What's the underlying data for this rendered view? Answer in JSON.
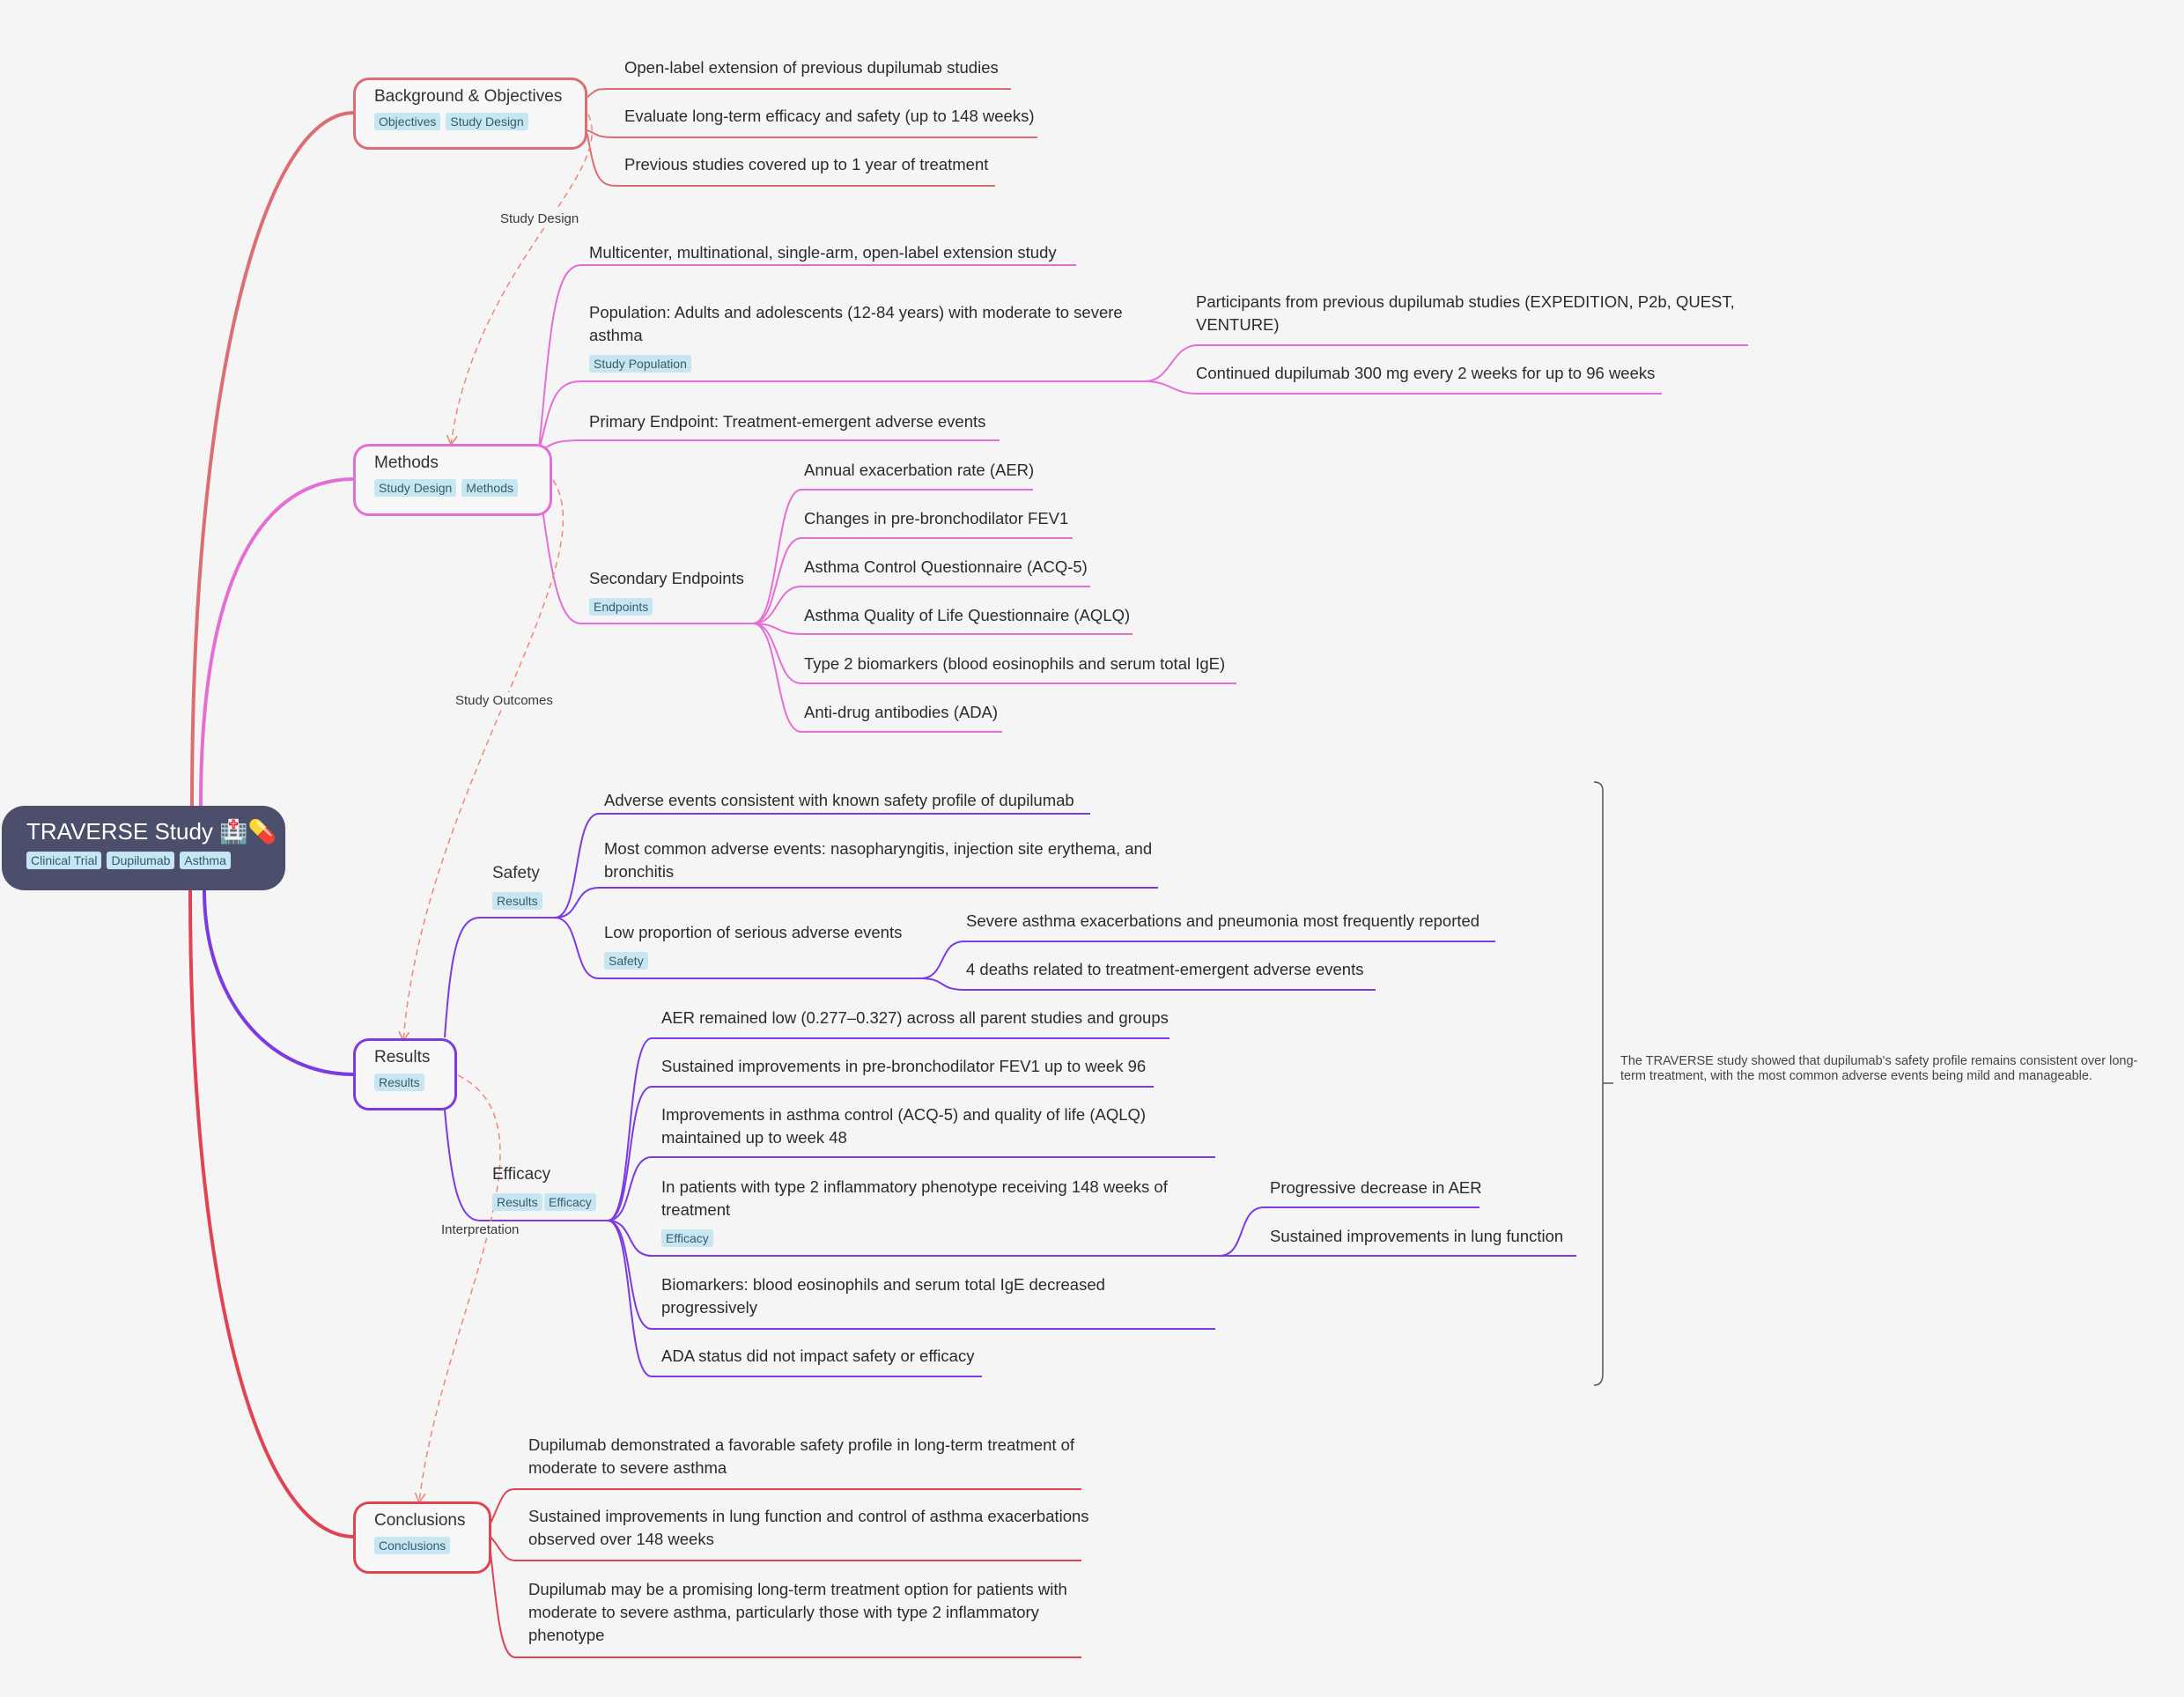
{
  "root": {
    "title": "TRAVERSE Study 🏥💊",
    "tags": [
      "Clinical Trial",
      "Dupilumab",
      "Asthma"
    ]
  },
  "colors": {
    "background": "#f5f5f5",
    "root": "#4b4f6b",
    "background_objectives": "#dd6d74",
    "methods": "#e46fd4",
    "results": "#7c3ae0",
    "conclusions": "#e04454",
    "relationship": "#ee8777",
    "tag": "#c6e7f2"
  },
  "background": {
    "title": "Background & Objectives",
    "tags": [
      "Objectives",
      "Study Design"
    ],
    "items": [
      "Open-label extension of previous dupilumab studies",
      "Evaluate long-term efficacy and safety (up to 148 weeks)",
      "Previous studies covered up to 1 year of treatment"
    ]
  },
  "methods": {
    "title": "Methods",
    "tags": [
      "Study Design",
      "Methods"
    ],
    "design": "Multicenter, multinational, single-arm, open-label extension study",
    "population": {
      "label": "Population: Adults and adolescents (12-84 years) with moderate to severe asthma",
      "tag": "Study Population",
      "items": [
        "Participants from previous dupilumab studies (EXPEDITION, P2b, QUEST, VENTURE)",
        "Continued dupilumab 300 mg every 2 weeks for up to 96 weeks"
      ]
    },
    "primary": "Primary Endpoint: Treatment-emergent adverse events",
    "secondary": {
      "label": "Secondary Endpoints",
      "tag": "Endpoints",
      "items": [
        "Annual exacerbation rate (AER)",
        "Changes in pre-bronchodilator FEV1",
        "Asthma Control Questionnaire (ACQ-5)",
        "Asthma Quality of Life Questionnaire (AQLQ)",
        "Type 2 biomarkers (blood eosinophils and serum total IgE)",
        "Anti-drug antibodies (ADA)"
      ]
    }
  },
  "results": {
    "title": "Results",
    "tags": [
      "Results"
    ],
    "safety": {
      "label": "Safety",
      "tags": [
        "Results"
      ],
      "items": [
        "Adverse events consistent with known safety profile of dupilumab",
        "Most common adverse events: nasopharyngitis, injection site erythema, and bronchitis"
      ],
      "serious": {
        "label": "Low proportion of serious adverse events",
        "tag": "Safety",
        "items": [
          "Severe asthma exacerbations and pneumonia most frequently reported",
          "4 deaths related to treatment-emergent adverse events"
        ]
      }
    },
    "efficacy": {
      "label": "Efficacy",
      "tags": [
        "Results",
        "Efficacy"
      ],
      "items": [
        "AER remained low (0.277–0.327) across all parent studies and groups",
        "Sustained improvements in pre-bronchodilator FEV1 up to week 96",
        "Improvements in asthma control (ACQ-5) and quality of life (AQLQ) maintained up to week 48"
      ],
      "type2": {
        "label": "In patients with type 2 inflammatory phenotype receiving 148 weeks of treatment",
        "tag": "Efficacy",
        "items": [
          "Progressive decrease in AER",
          "Sustained improvements in lung function"
        ]
      },
      "items_after": [
        "Biomarkers: blood eosinophils and serum total IgE decreased progressively",
        "ADA status did not impact safety or efficacy"
      ]
    },
    "summary": "The TRAVERSE study showed that dupilumab's safety profile remains consistent over long-term treatment, with the most common adverse events being mild and manageable."
  },
  "conclusions": {
    "title": "Conclusions",
    "tags": [
      "Conclusions"
    ],
    "items": [
      "Dupilumab demonstrated a favorable safety profile in long-term treatment of moderate to severe asthma",
      "Sustained improvements in lung function and control of asthma exacerbations observed over 148 weeks",
      "Dupilumab may be a promising long-term treatment option for patients with moderate to severe asthma, particularly those with type 2 inflammatory phenotype"
    ]
  },
  "relationships": [
    "Study Design",
    "Study Outcomes",
    "Interpretation"
  ]
}
